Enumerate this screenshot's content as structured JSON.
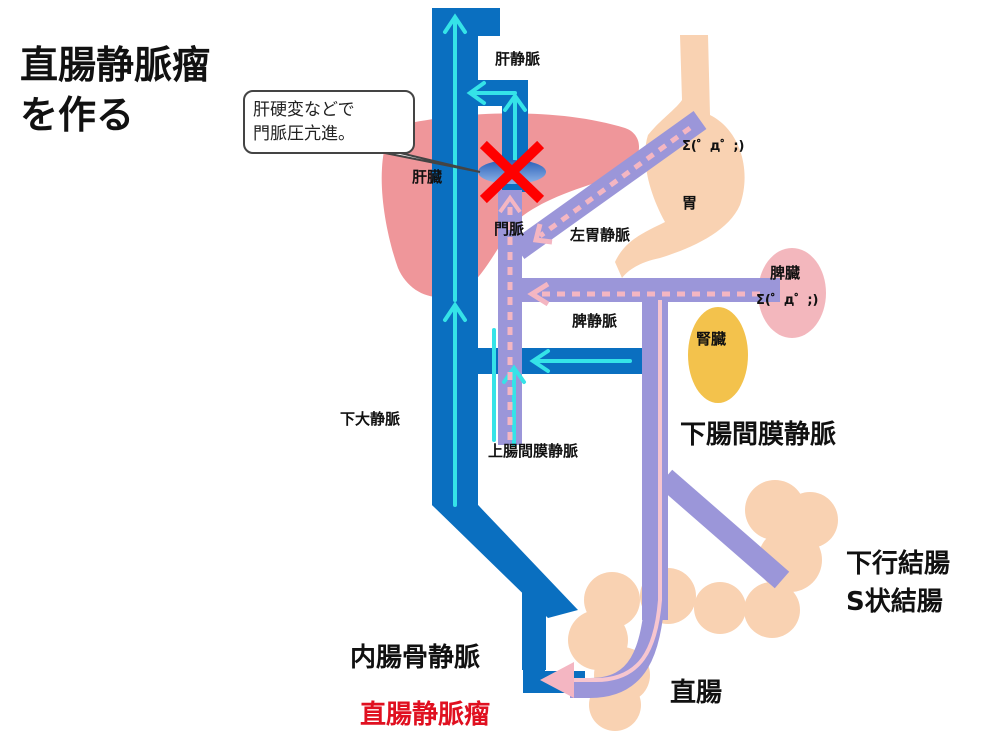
{
  "title": {
    "line1": "直腸静脈瘤",
    "line2": "を作る"
  },
  "callout": {
    "line1": "肝硬変などで",
    "line2": "門脈圧亢進。"
  },
  "labels": {
    "hepatic_vein": "肝静脈",
    "liver": "肝臓",
    "stomach": "胃",
    "portal_vein": "門脈",
    "left_gastric_vein": "左胃静脈",
    "spleen": "脾臓",
    "splenic_vein": "脾静脈",
    "kidney": "腎臓",
    "ivc": "下大静脈",
    "smv": "上腸間膜静脈",
    "imv": "下腸間膜静脈",
    "descending_colon": "下行結腸",
    "sigmoid_colon": "S状結腸",
    "internal_iliac_vein": "内腸骨静脈",
    "rectum": "直腸",
    "rectal_varices": "直腸静脈瘤",
    "face_stomach": "Σ(゜д゜;)",
    "face_spleen": "Σ(゜д゜;)"
  },
  "colors": {
    "systemic_vein": "#0a6fc0",
    "flow_arrow": "#35e3e8",
    "portal_system": "#9b96d9",
    "reverse_flow": "#f4b6c2",
    "liver": "#ef969a",
    "organ": "#f9d2b2",
    "spleen": "#f3b7bd",
    "kidney": "#f3c24c",
    "block_mark": "#ff0000",
    "varices_text": "#e01020"
  },
  "icons": {
    "block": "x-mark-icon"
  }
}
